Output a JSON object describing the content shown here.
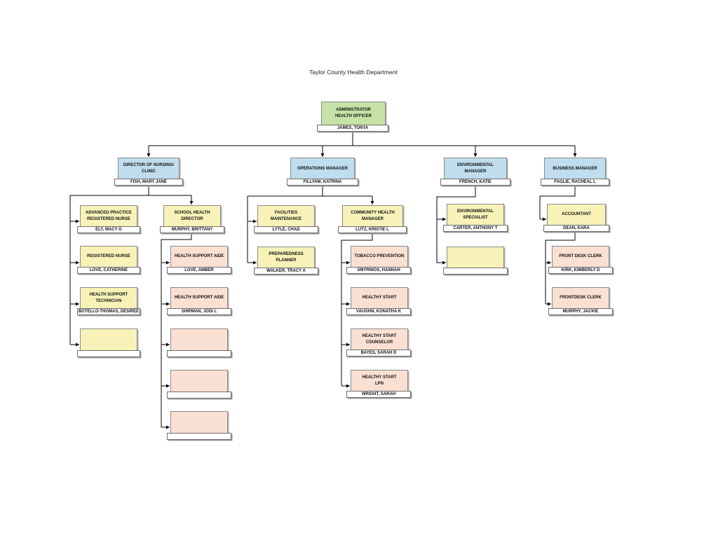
{
  "document": {
    "title": "Taylor County Health Department"
  },
  "org": {
    "admin": {
      "title_lines": [
        "ADMINISTRATOR",
        "HEALTH OFFICER"
      ],
      "name": "JAMES, TONYA"
    },
    "nursing": {
      "title_lines": [
        "DIRECTOR OF NURSING/",
        "CLINIC"
      ],
      "name": "FISH, MARY JANE"
    },
    "ops": {
      "title_lines": [
        "OPERATIONS MANAGER"
      ],
      "name": "FILLYAW, KATRINA"
    },
    "env": {
      "title_lines": [
        "ENVIRONMENTAL MANAGER"
      ],
      "name": "FRENCH, KATIE"
    },
    "biz": {
      "title_lines": [
        "BUSINESS MANAGER"
      ],
      "name": "FAGLIE, RACHEAL L"
    },
    "aprn": {
      "title_lines": [
        "ADVANCED PRACTICE",
        "REGISTERED NURSE"
      ],
      "name": "ELY, MACY G"
    },
    "rn": {
      "title_lines": [
        "REGISTERED NURSE"
      ],
      "name": "LOVE, CATHERINE"
    },
    "hst": {
      "title_lines": [
        "HEALTH SUPPORT",
        "TECHNICIAN"
      ],
      "name": "BOTELLO-THOMAS, DESIREE"
    },
    "nurse_vacant": {
      "title_lines": [],
      "name": ""
    },
    "shd": {
      "title_lines": [
        "SCHOOL HEALTH",
        "DIRECTOR"
      ],
      "name": "MURPHY, BRITTANY"
    },
    "hsa1": {
      "title_lines": [
        "HEALTH SUPPORT AIDE"
      ],
      "name": "LOVE, AMBER"
    },
    "hsa2": {
      "title_lines": [
        "HEALTH SUPPORT AIDE"
      ],
      "name": "SHIPMAN, JODI L"
    },
    "sh_vacant1": {
      "title_lines": [],
      "name": ""
    },
    "sh_vacant2": {
      "title_lines": [],
      "name": ""
    },
    "sh_vacant3": {
      "title_lines": [],
      "name": ""
    },
    "facilities": {
      "title_lines": [
        "FACILITIES MAINTENANCE"
      ],
      "name": "LYTLE, CHAD"
    },
    "prep": {
      "title_lines": [
        "PREPAREDNESS",
        "PLANNER"
      ],
      "name": "WALKER, TRACY A"
    },
    "chm": {
      "title_lines": [
        "COMMUNITY HEALTH",
        "MANAGER"
      ],
      "name": "LUTZ, KRISTIE L"
    },
    "tobacco": {
      "title_lines": [
        "TOBACCO PREVENTION"
      ],
      "name": "SMYRNIOS, HANNAH"
    },
    "hs": {
      "title_lines": [
        "HEALTHY START"
      ],
      "name": "VAUGHN, KONATHA K"
    },
    "hsc": {
      "title_lines": [
        "HEALTHY START",
        "COUNSELOR"
      ],
      "name": "BAYES, SARAH D"
    },
    "hslpn": {
      "title_lines": [
        "HEALTHY START",
        "LPN"
      ],
      "name": "WRIGHT, SARAH"
    },
    "envspec": {
      "title_lines": [
        "ENVIRONMENTAL",
        "SPECIALIST"
      ],
      "name": "CARTER, ANTHONY T"
    },
    "env_vacant": {
      "title_lines": [],
      "name": ""
    },
    "acct": {
      "title_lines": [
        "ACCOUNTANT"
      ],
      "name": "DEAN, KARA"
    },
    "fdc1": {
      "title_lines": [
        "FRONT DESK CLERK"
      ],
      "name": "KIRK, KIMBERLY D"
    },
    "fdc2": {
      "title_lines": [
        "FRONTDESK CLERK"
      ],
      "name": "MURPHY, JACKIE"
    }
  }
}
